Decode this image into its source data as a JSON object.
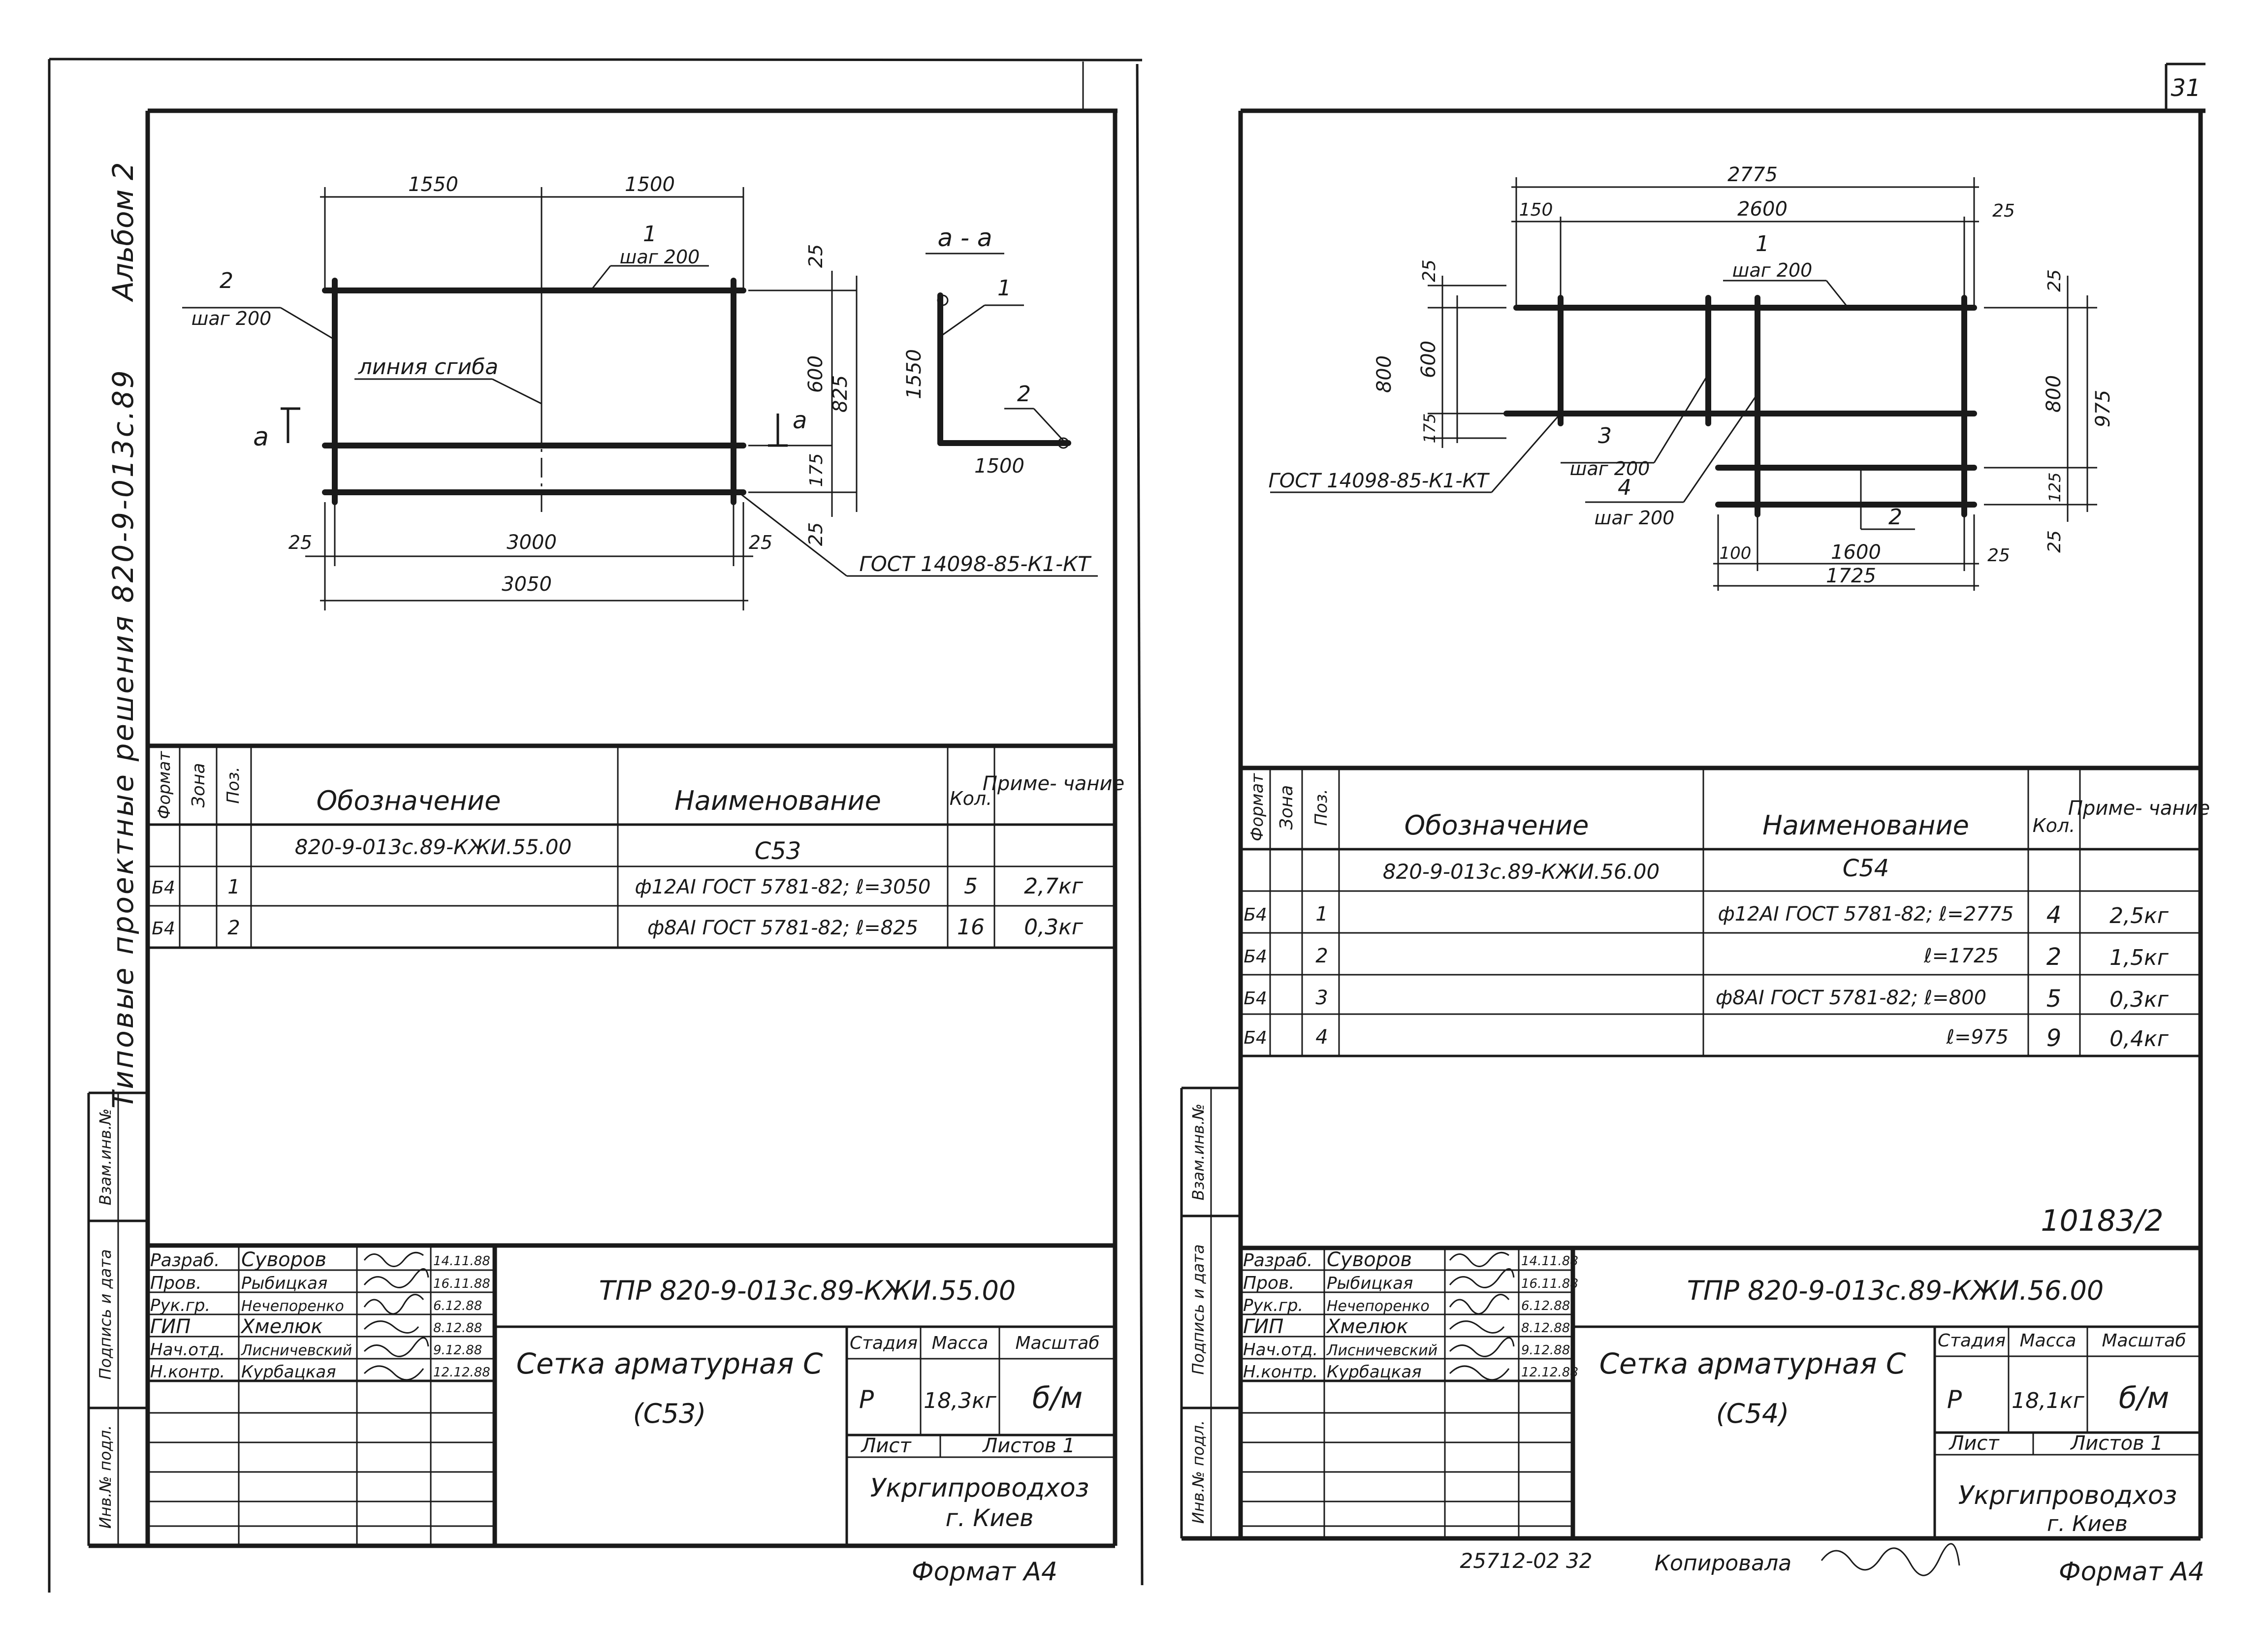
{
  "sheet_number": "31",
  "album_vertical": "Альбом 2",
  "series_vertical": "Типовые проектные решения 820-9-013с.89",
  "stamp_vertical": {
    "inv_podl": "Инв.№ подл.",
    "podpis_data": "Подпись и дата",
    "vzam_inv": "Взам.инв.№"
  },
  "left": {
    "dims": {
      "d1550": "1550",
      "d1500": "1500",
      "d25a": "25",
      "d3000": "3000",
      "d25b": "25",
      "d3050": "3050",
      "d25r1": "25",
      "d600": "600",
      "d825": "825",
      "d175": "175",
      "d25r2": "25"
    },
    "labels": {
      "pos1": "1",
      "step1": "шаг 200",
      "pos2": "2",
      "step2": "шаг 200",
      "bend_line": "линия сгиба",
      "cut_a_left": "а",
      "cut_a_right": "а",
      "gost_weld": "ГОСТ 14098-85-К1-КТ"
    },
    "section": {
      "title": "а - а",
      "pos1": "1",
      "pos2": "2",
      "d1550": "1550",
      "d1500": "1500"
    },
    "table": {
      "headers": [
        "Формат",
        "Зона",
        "Поз.",
        "Обозначение",
        "Наименование",
        "Кол.",
        "Приме- чание"
      ],
      "rows": [
        [
          "",
          "",
          "",
          "820-9-013с.89-КЖИ.55.00",
          "С53",
          "",
          ""
        ],
        [
          "Б4",
          "",
          "1",
          "",
          "ф12АI ГОСТ 5781-82; ℓ=3050",
          "5",
          "2,7кг"
        ],
        [
          "Б4",
          "",
          "2",
          "",
          "ф8АI ГОСТ 5781-82; ℓ=825",
          "16",
          "0,3кг"
        ]
      ]
    },
    "title_block": {
      "people": [
        [
          "Разраб.",
          "Суворов",
          "14.11.88"
        ],
        [
          "Пров.",
          "Рыбицкая",
          "16.11.88"
        ],
        [
          "Рук.гр.",
          "Нечепоренко",
          "6.12.88"
        ],
        [
          "ГИП",
          "Хмелюк",
          "8.12.88"
        ],
        [
          "Нач.отд.",
          "Лисничевский",
          "9.12.88"
        ],
        [
          "Н.контр.",
          "Курбацкая",
          "12.12.88"
        ]
      ],
      "code": "ТПР 820-9-013с.89-КЖИ.55.00",
      "name1": "Сетка арматурная С",
      "name2": "(С53)",
      "stage_h": "Стадия",
      "mass_h": "Масса",
      "scale_h": "Масштаб",
      "stage": "Р",
      "mass": "18,3кг",
      "scale": "б/м",
      "sheet_h": "Лист",
      "sheets_h": "Листов 1",
      "org1": "Укргипроводхоз",
      "org2": "г. Киев"
    },
    "format": "Формат А4"
  },
  "right": {
    "dims": {
      "d2775": "2775",
      "d150": "150",
      "d2600": "2600",
      "d25t": "25",
      "d25l": "25",
      "d800l": "800",
      "d600": "600",
      "d175": "175",
      "d25r": "25",
      "d800r": "800",
      "d975": "975",
      "d125": "125",
      "d25rb": "25",
      "d100": "100",
      "d1600": "1600",
      "d25b": "25",
      "d1725": "1725"
    },
    "labels": {
      "pos1": "1",
      "step1": "шаг 200",
      "pos3": "3",
      "step3": "шаг 200",
      "pos4": "4",
      "step4": "шаг 200",
      "pos2": "2",
      "gost_weld": "ГОСТ 14098-85-К1-КТ"
    },
    "table": {
      "headers": [
        "Формат",
        "Зона",
        "Поз.",
        "Обозначение",
        "Наименование",
        "Кол.",
        "Приме- чание"
      ],
      "rows": [
        [
          "",
          "",
          "",
          "820-9-013с.89-КЖИ.56.00",
          "С54",
          "",
          ""
        ],
        [
          "Б4",
          "",
          "1",
          "",
          "ф12АI ГОСТ 5781-82; ℓ=2775",
          "4",
          "2,5кг"
        ],
        [
          "Б4",
          "",
          "2",
          "",
          "ℓ=1725",
          "2",
          "1,5кг"
        ],
        [
          "Б4",
          "",
          "3",
          "",
          "ф8АI ГОСТ 5781-82; ℓ=800",
          "5",
          "0,3кг"
        ],
        [
          "Б4",
          "",
          "4",
          "",
          "ℓ=975",
          "9",
          "0,4кг"
        ]
      ]
    },
    "archive_no": "10183/2",
    "title_block": {
      "people": [
        [
          "Разраб.",
          "Суворов",
          "14.11.88"
        ],
        [
          "Пров.",
          "Рыбицкая",
          "16.11.88"
        ],
        [
          "Рук.гр.",
          "Нечепоренко",
          "6.12.88"
        ],
        [
          "ГИП",
          "Хмелюк",
          "8.12.88"
        ],
        [
          "Нач.отд.",
          "Лисничевский",
          "9.12.88"
        ],
        [
          "Н.контр.",
          "Курбацкая",
          "12.12.88"
        ]
      ],
      "code": "ТПР 820-9-013с.89-КЖИ.56.00",
      "name1": "Сетка арматурная С",
      "name2": "(С54)",
      "stage_h": "Стадия",
      "mass_h": "Масса",
      "scale_h": "Масштаб",
      "stage": "Р",
      "mass": "18,1кг",
      "scale": "б/м",
      "sheet_h": "Лист",
      "sheets_h": "Листов 1",
      "org1": "Укргипроводхоз",
      "org2": "г. Киев"
    },
    "footer_num": "25712-02 32",
    "copied": "Копировала",
    "format": "Формат А4"
  }
}
